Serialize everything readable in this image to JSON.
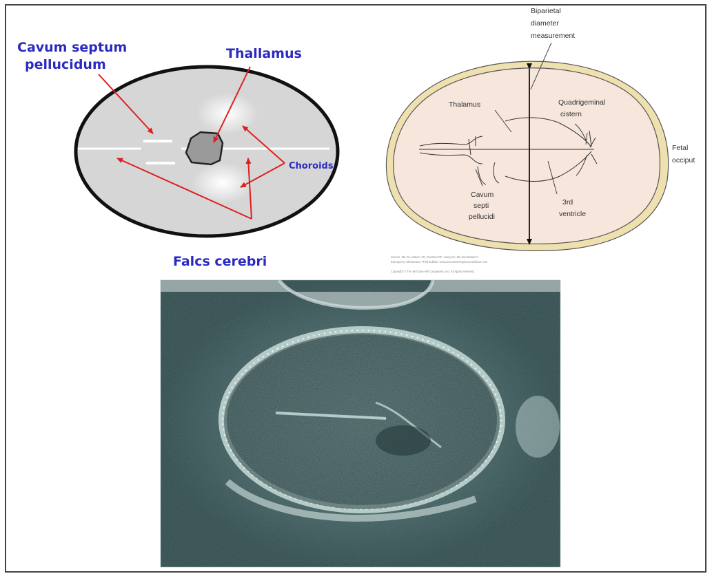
{
  "left_diagram": {
    "labels": {
      "cavum_line1": "Cavum septum",
      "cavum_line2": "pellucidum",
      "thallamus": "Thallamus",
      "choroids": "Choroids",
      "falcs": "Falcs cerebri"
    },
    "colors": {
      "label": "#2a2ac0",
      "arrow": "#dd1f1f",
      "skull_fill": "#d6d6d6",
      "outline": "#111111"
    }
  },
  "right_diagram": {
    "labels": {
      "bpd_line1": "Biparietal",
      "bpd_line2": "diameter",
      "bpd_line3": "measurement",
      "thalamus": "Thalamus",
      "quad_line1": "Quadrigeminal",
      "quad_line2": "cistern",
      "fetal_line1": "Fetal",
      "fetal_line2": "occiput",
      "cavum_line1": "Cavum",
      "cavum_line2": "septi",
      "cavum_line3": "pellucidi",
      "third_line1": "3rd",
      "third_line2": "ventricle"
    },
    "source_lines": [
      "Source: Ma OJ, Mateer JR, Reardon RF, Joing SA: Ma and Mateer's",
      "Emergency Ultrasound, Third Edition: www.accessemergencymedicine.com",
      "Copyright © The McGraw-Hill Companies, Inc. All rights reserved."
    ],
    "colors": {
      "skull_fill": "#f6e6dc",
      "skull_ring": "#efe0b0",
      "line": "#333333"
    }
  },
  "ultrasound": {
    "colors": {
      "background": "#3d5a5c",
      "echo": "#d8ece8"
    }
  }
}
